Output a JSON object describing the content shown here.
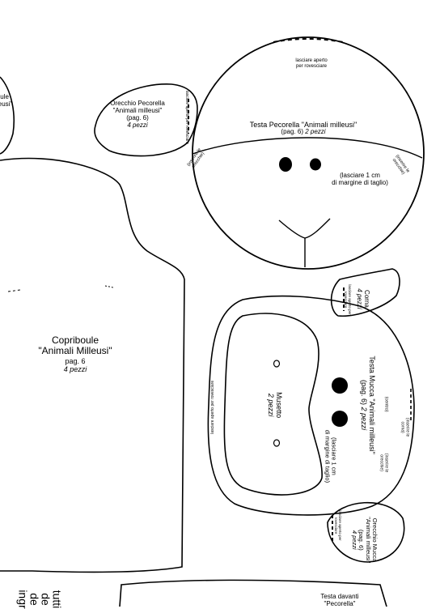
{
  "copriboule": {
    "title": "Copriboule",
    "subtitle": "\"Animali Milleusi\"",
    "page": "pag. 6",
    "count": "4 pezzi"
  },
  "left_edge_fragment": {
    "line1": "ule",
    "line2": "leusi\""
  },
  "ear_sheep": {
    "title": "Orecchio Pecorella",
    "subtitle": "\"Animali milleusi\"",
    "page": "(pag. 6)",
    "count": "4 pezzi",
    "opening_note": "lasciare aperto per rovesciare"
  },
  "sheep_head": {
    "title": "Testa Pecorella \"Animali milleusi\"",
    "page": "(pag. 6)",
    "count": "2 pezzi",
    "top_note_line1": "lasciare aperto",
    "top_note_line2": "per rovesciare",
    "margin_line1": "(lasciare 1 cm",
    "margin_line2": "di margine di taglio)",
    "ear_insert_left_1": "(inserire le",
    "ear_insert_left_2": "orecchie)",
    "ear_insert_right_1": "(inserire le",
    "ear_insert_right_2": "orecchie)"
  },
  "horns": {
    "title": "Corna",
    "count": "4 pezzi",
    "note": "lasciare aperto per rovesciare"
  },
  "muzzle": {
    "title": "Musetto",
    "count": "2 pezzi",
    "side_note": "lasciare aperto per rovesciare"
  },
  "cow_head": {
    "title": "Testa Mucca \"Animali milleusi\"",
    "page": "(pag. 6)",
    "count": "2 pezzi",
    "margin_line1": "(lasciare 1 cm",
    "margin_line2": "di margine di taglio)",
    "center": "(centro)",
    "insert_horns_1": "(inserire le",
    "insert_horns_2": "corna)",
    "insert_ears_1": "(inserire le",
    "insert_ears_2": "orecchie)"
  },
  "ear_cow": {
    "title": "Orecchio Mucca",
    "subtitle": "\"Animali milleusi\"",
    "page": "(pag. 6)",
    "count": "4 pezzi",
    "note": "lasciare aperto per rovesciare"
  },
  "bottom_text": {
    "line1": "tutti",
    "line2": "de",
    "line3": "de",
    "line4": "ingr"
  },
  "front_head": {
    "title": "Testa davanti",
    "subtitle": "\"Pecorella\""
  }
}
